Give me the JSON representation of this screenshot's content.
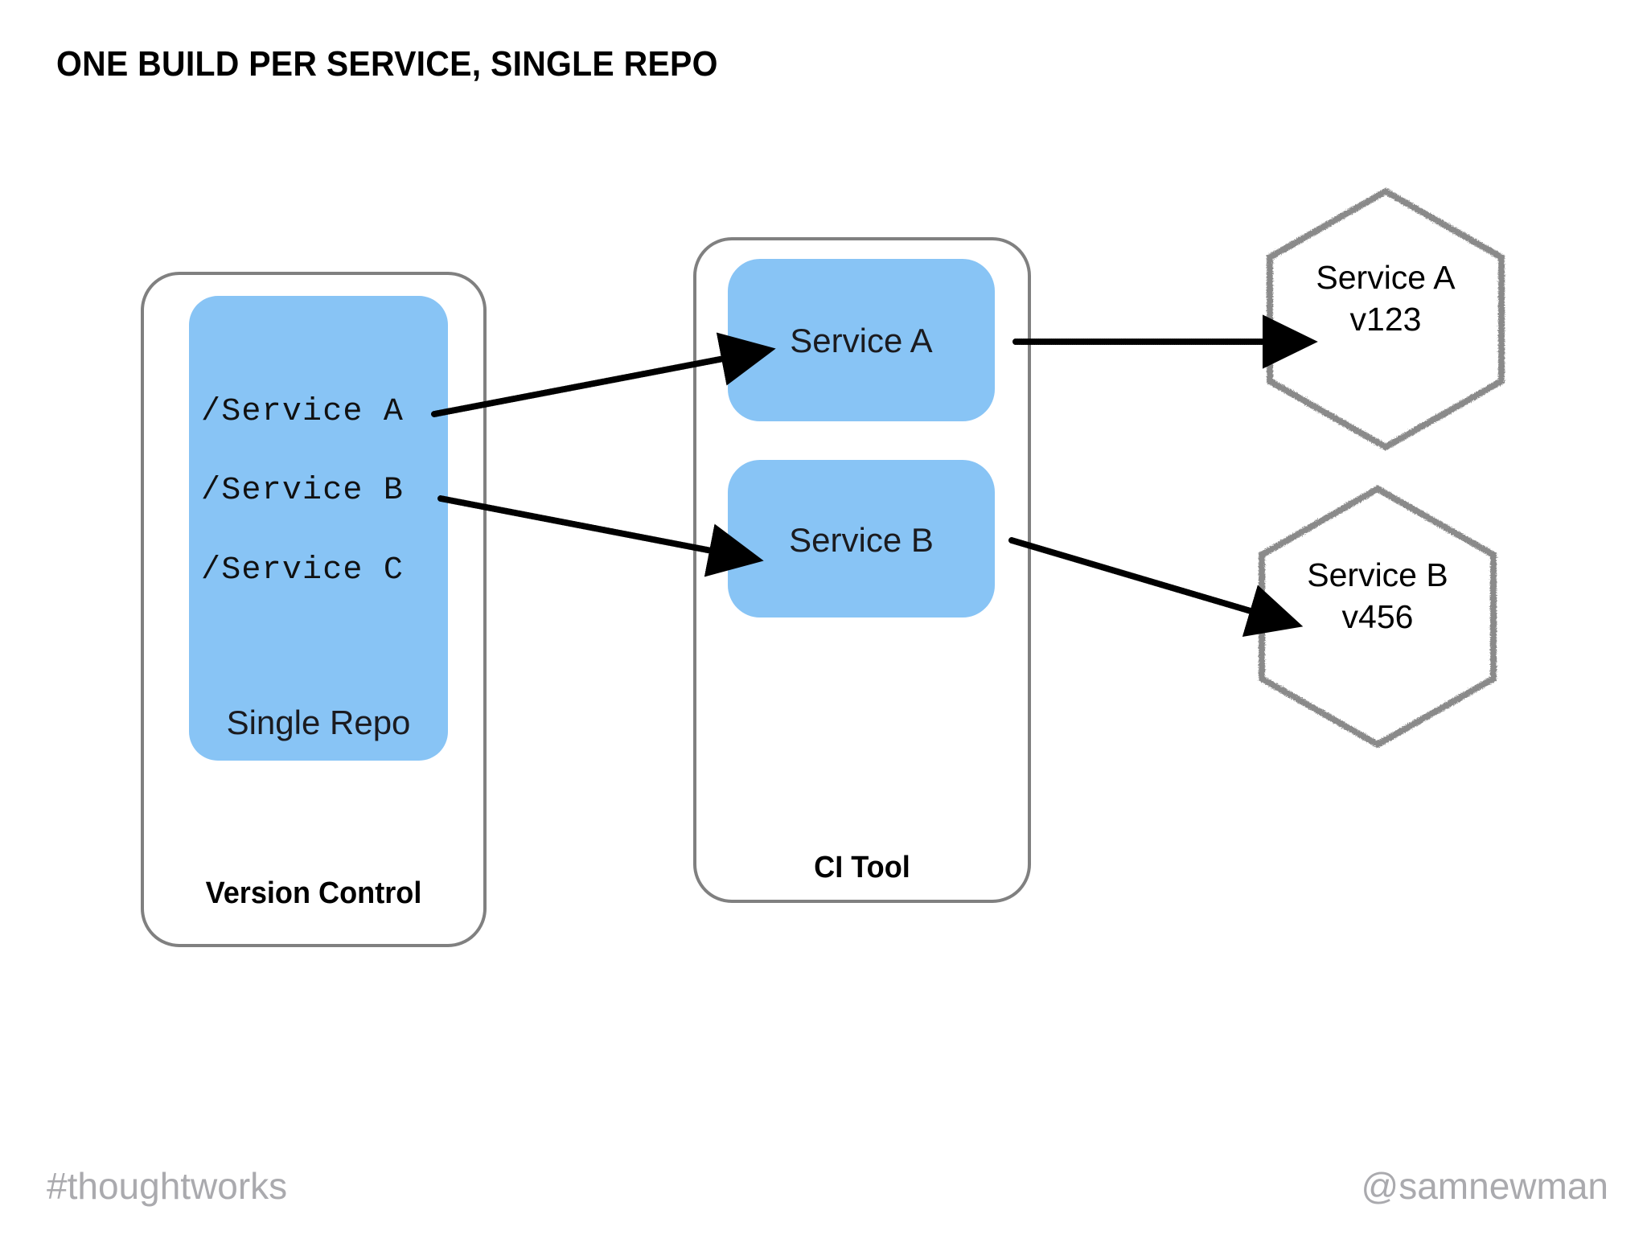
{
  "slide": {
    "title": "ONE BUILD PER SERVICE, SINGLE REPO",
    "background_color": "#ffffff"
  },
  "colors": {
    "accent_blue": "#88c4f5",
    "panel_border_gray": "#808080",
    "hexagon_border_gray": "#8a8a8a",
    "footer_gray": "#aaaaae",
    "text_black": "#000000"
  },
  "version_control": {
    "label": "Version Control",
    "repo": {
      "caption": "Single Repo",
      "lines": [
        "/Service A",
        "/Service B",
        "/Service C"
      ]
    }
  },
  "ci_tool": {
    "label": "CI Tool",
    "builds": [
      {
        "label": "Service A"
      },
      {
        "label": "Service B"
      }
    ]
  },
  "artifacts": [
    {
      "name": "Service A",
      "version": "v123"
    },
    {
      "name": "Service B",
      "version": "v456"
    }
  ],
  "connectors": [
    {
      "from": "/Service A",
      "to": "Service A build",
      "style": "dotted-arrow"
    },
    {
      "from": "/Service B",
      "to": "Service B build",
      "style": "dotted-arrow"
    },
    {
      "from": "Service A build",
      "to": "Service A v123",
      "style": "dotted-arrow"
    },
    {
      "from": "Service B build",
      "to": "Service B v456",
      "style": "dotted-arrow"
    }
  ],
  "footer": {
    "left": "#thoughtworks",
    "right": "@samnewman"
  }
}
